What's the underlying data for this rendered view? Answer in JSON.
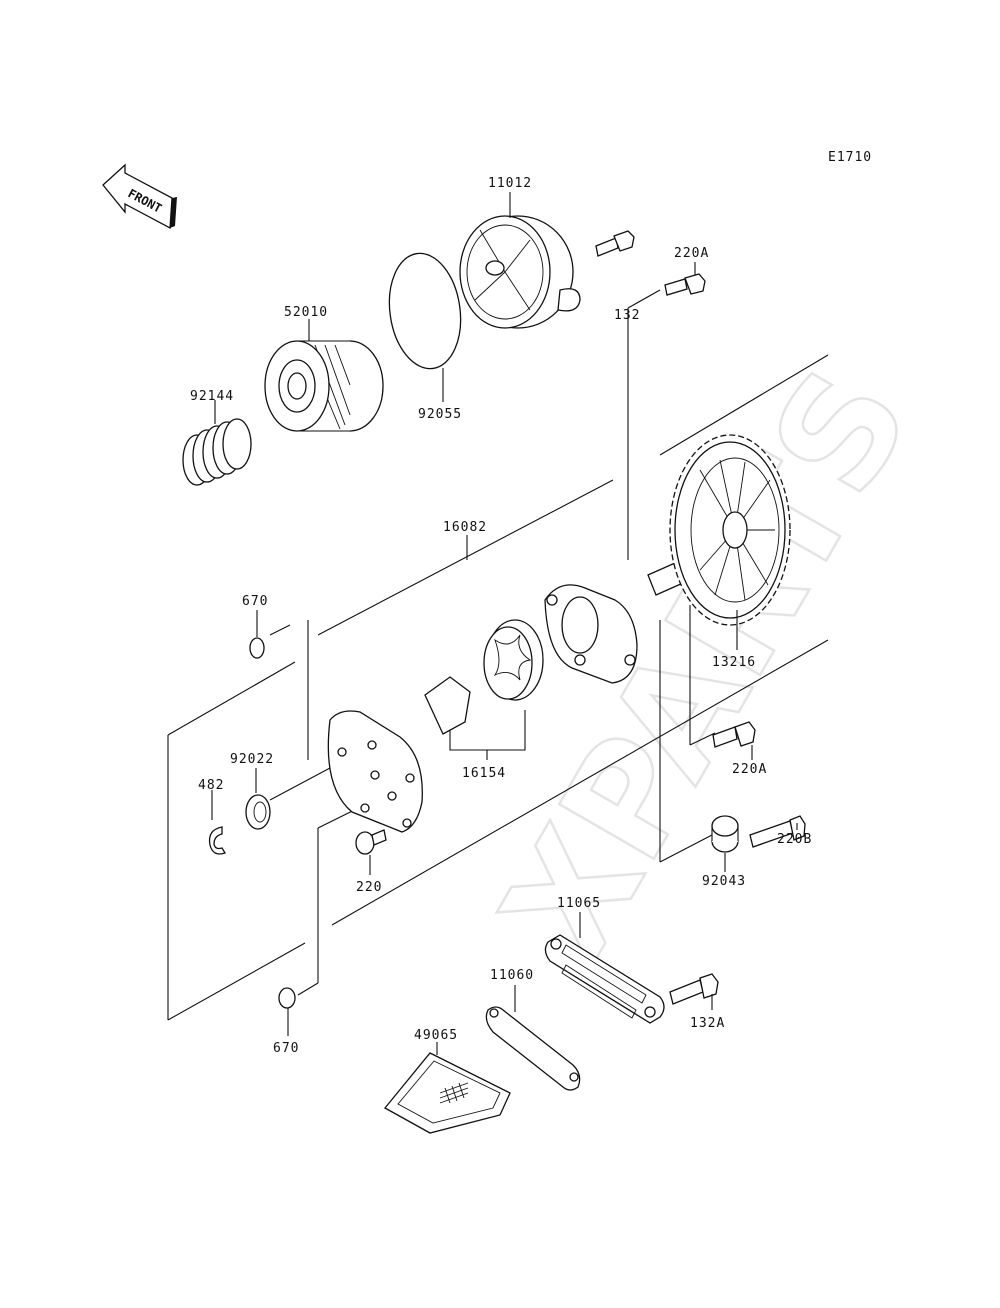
{
  "diagram": {
    "code": "E1710",
    "front_marker": "FRONT",
    "watermark": "XPARTS",
    "labels": {
      "p11012": "11012",
      "p132": "132",
      "p52010": "52010",
      "p92055": "92055",
      "p92144": "92144",
      "p220A_top": "220A",
      "p16082": "16082",
      "p670_top": "670",
      "p13216": "13216",
      "p92022": "92022",
      "p482": "482",
      "p16154": "16154",
      "p220A_mid": "220A",
      "p220B": "220B",
      "p220": "220",
      "p92043": "92043",
      "p11065": "11065",
      "p11060": "11060",
      "p132A": "132A",
      "p49065": "49065",
      "p670_bot": "670"
    }
  }
}
